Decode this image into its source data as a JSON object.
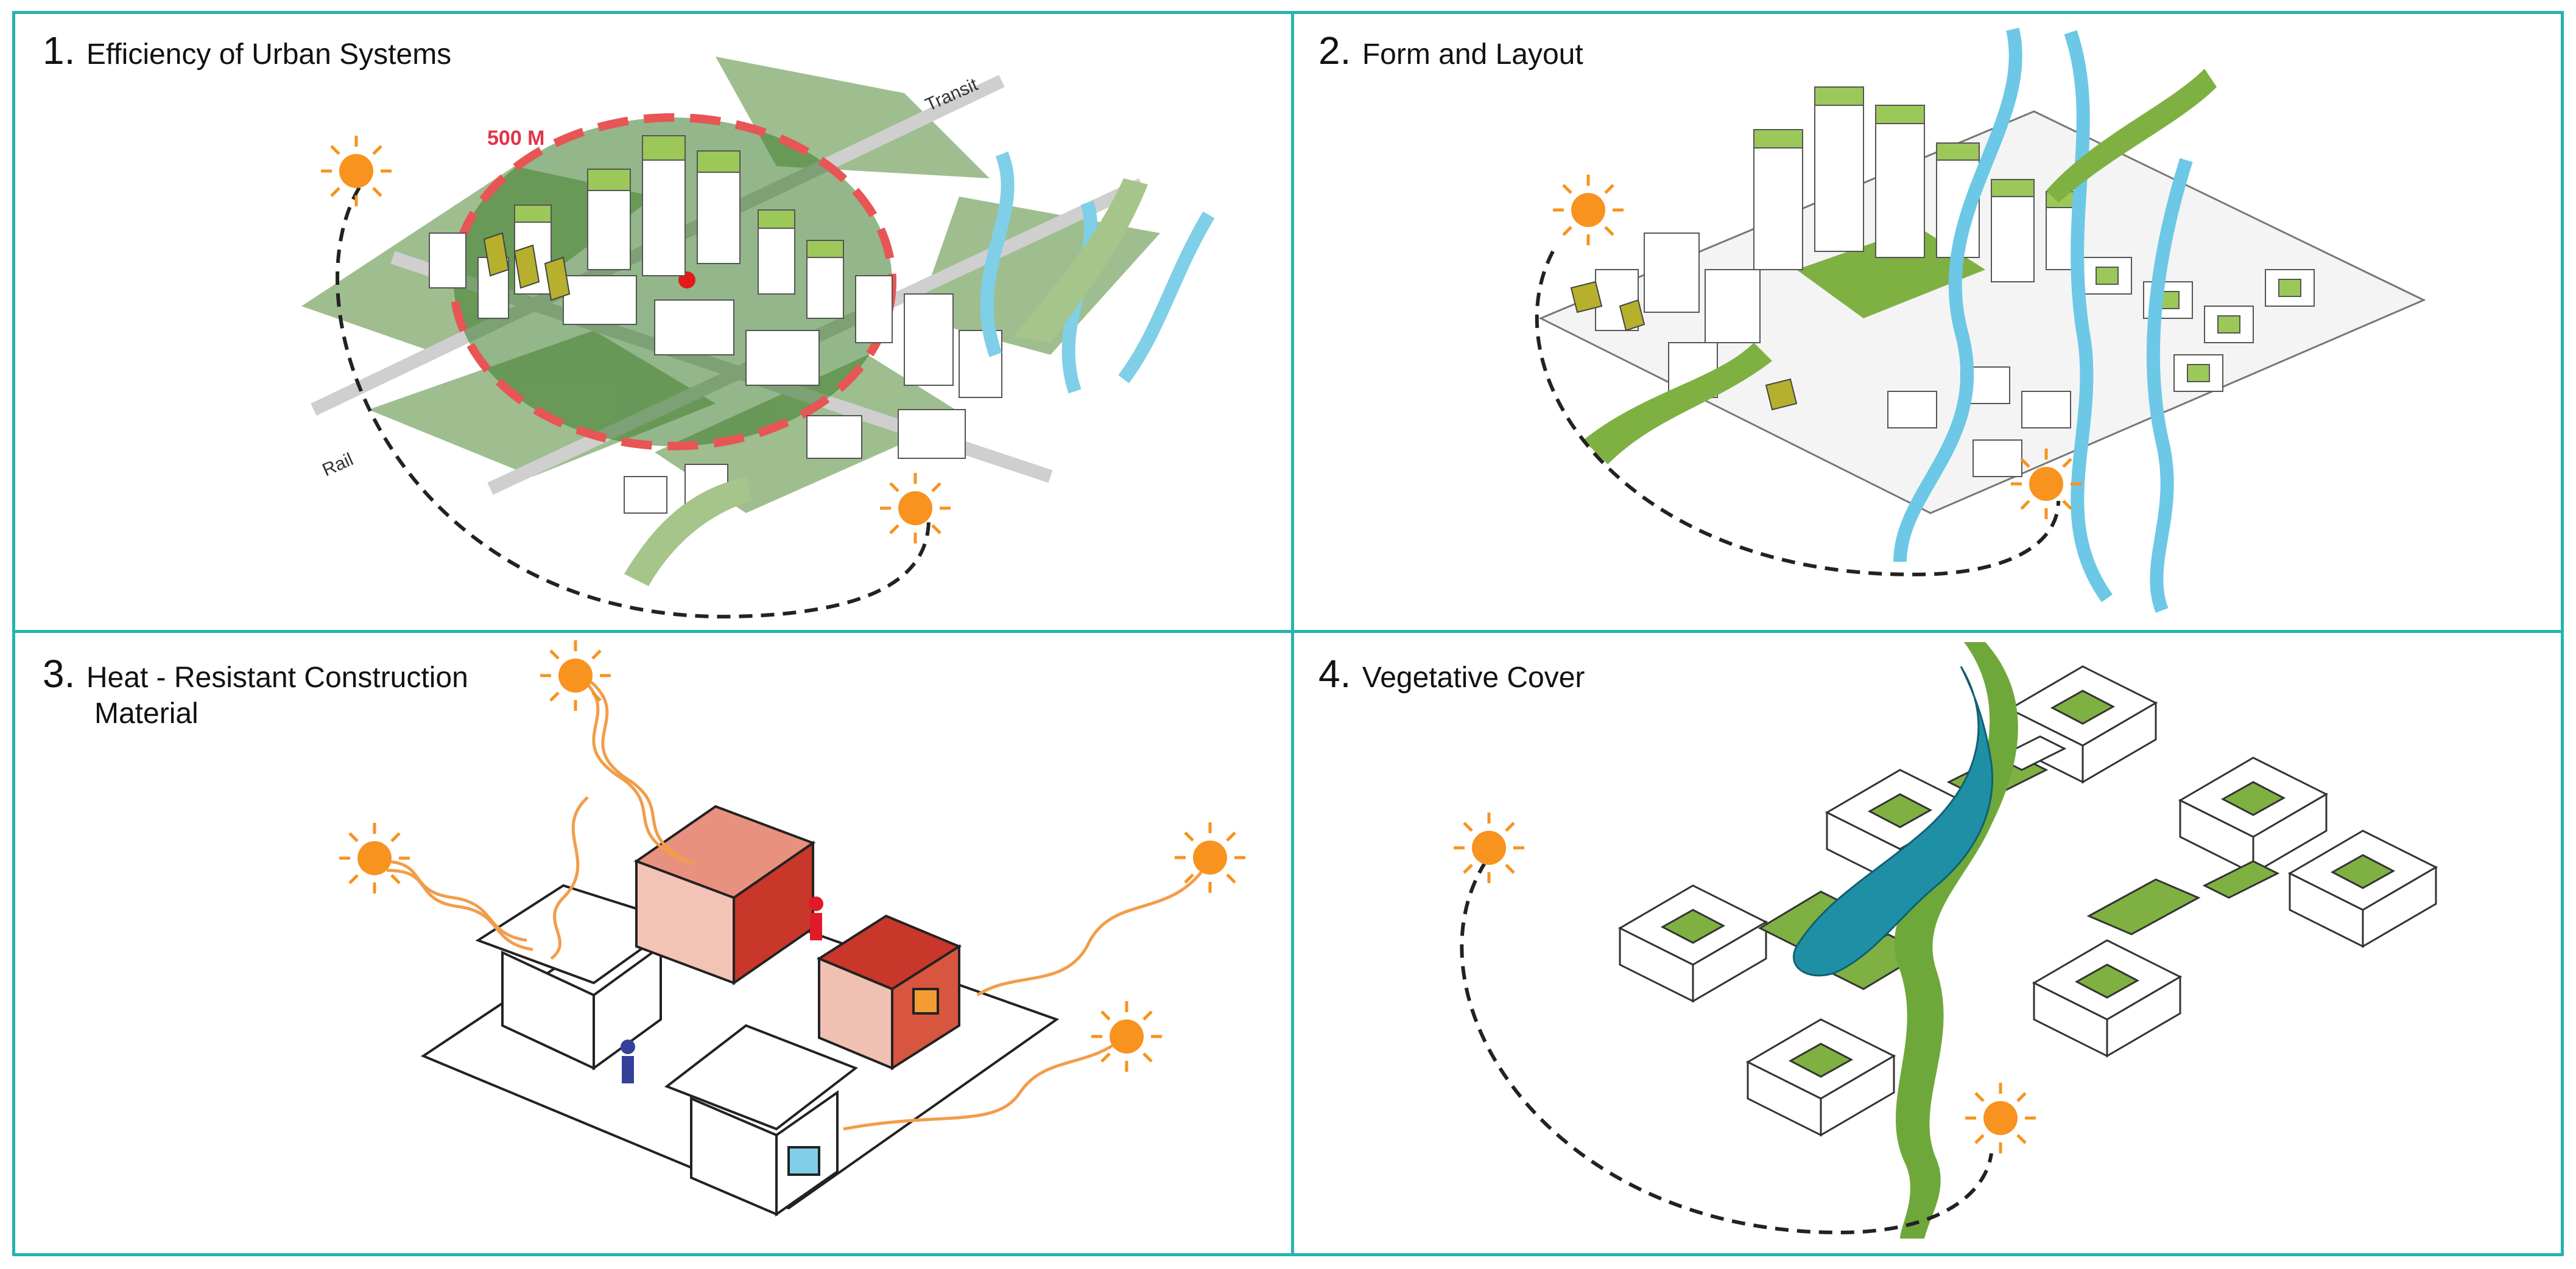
{
  "panels": [
    {
      "number": "1.",
      "title": "Efficiency of Urban Systems",
      "labels": {
        "radius": "500 M",
        "transit": "Transit",
        "rail": "Rail"
      }
    },
    {
      "number": "2.",
      "title": "Form and Layout"
    },
    {
      "number": "3.",
      "title": "Heat - Resistant Construction",
      "title_line2": "Material"
    },
    {
      "number": "4.",
      "title": "Vegetative Cover"
    }
  ],
  "colors": {
    "frame": "#26b3b0",
    "green": "#7fb042",
    "dark_green": "#3f7a2a",
    "water": "#6cc8e6",
    "sun": "#f7931e",
    "red": "#e1574b",
    "heat": "#c8372a"
  },
  "icons": [
    "sun-icon",
    "person-icon",
    "river",
    "building"
  ]
}
